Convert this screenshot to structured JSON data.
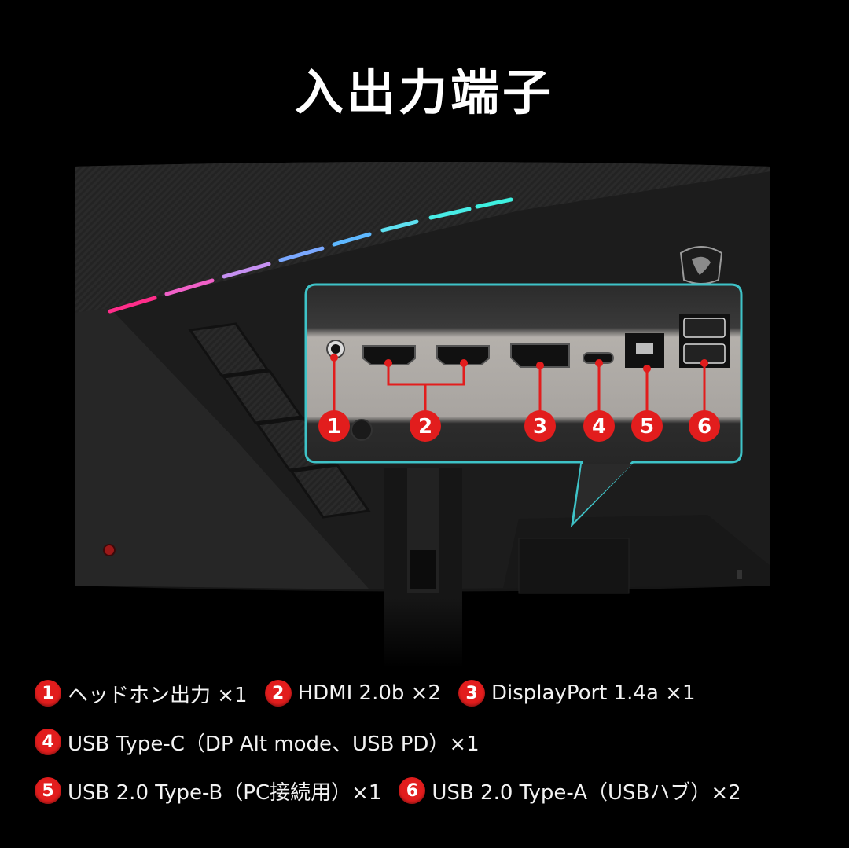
{
  "title": "入出力端子",
  "colors": {
    "background": "#000000",
    "callout_border": "#3ec3c8",
    "badge": "#e21d1d",
    "leader_line": "#e21d1d",
    "rgb_strip": [
      "#ff2d8a",
      "#f060c8",
      "#c690f2",
      "#7aa8ff",
      "#5ee0f0",
      "#48ece6",
      "#3ef0e0"
    ]
  },
  "callout": {
    "markers": [
      {
        "num": "1"
      },
      {
        "num": "2"
      },
      {
        "num": "3"
      },
      {
        "num": "4"
      },
      {
        "num": "5"
      },
      {
        "num": "6"
      }
    ]
  },
  "legend": {
    "rows": [
      [
        {
          "num": "1",
          "label": "ヘッドホン出力 ×1"
        },
        {
          "num": "2",
          "label": "HDMI 2.0b ×2"
        },
        {
          "num": "3",
          "label": "DisplayPort 1.4a ×1"
        }
      ],
      [
        {
          "num": "4",
          "label": "USB Type-C（DP Alt mode、USB PD）×1"
        }
      ],
      [
        {
          "num": "5",
          "label": "USB 2.0 Type-B（PC接続用）×1"
        },
        {
          "num": "6",
          "label": "USB 2.0 Type-A（USBハブ）×2"
        }
      ]
    ]
  }
}
